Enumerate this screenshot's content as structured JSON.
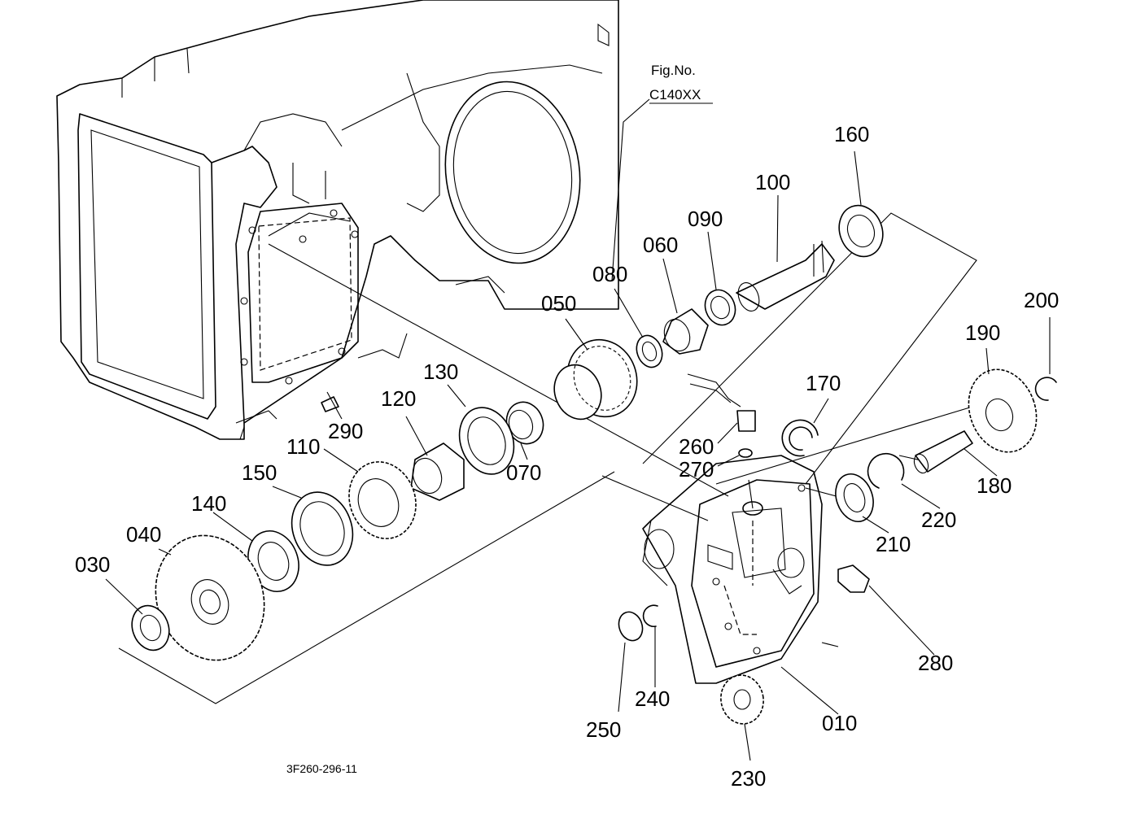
{
  "figure": {
    "fig_no_label": "Fig.No.",
    "fig_no_value": "C140XX",
    "drawing_code": "3F260-296-11"
  },
  "parts": [
    {
      "id": "p010",
      "number": "010"
    },
    {
      "id": "p030",
      "number": "030"
    },
    {
      "id": "p040",
      "number": "040"
    },
    {
      "id": "p050",
      "number": "050"
    },
    {
      "id": "p060",
      "number": "060"
    },
    {
      "id": "p070",
      "number": "070"
    },
    {
      "id": "p080",
      "number": "080"
    },
    {
      "id": "p090",
      "number": "090"
    },
    {
      "id": "p100",
      "number": "100"
    },
    {
      "id": "p110",
      "number": "110"
    },
    {
      "id": "p120",
      "number": "120"
    },
    {
      "id": "p130",
      "number": "130"
    },
    {
      "id": "p140",
      "number": "140"
    },
    {
      "id": "p150",
      "number": "150"
    },
    {
      "id": "p160",
      "number": "160"
    },
    {
      "id": "p170",
      "number": "170"
    },
    {
      "id": "p180",
      "number": "180"
    },
    {
      "id": "p190",
      "number": "190"
    },
    {
      "id": "p200",
      "number": "200"
    },
    {
      "id": "p210",
      "number": "210"
    },
    {
      "id": "p220",
      "number": "220"
    },
    {
      "id": "p230",
      "number": "230"
    },
    {
      "id": "p240",
      "number": "240"
    },
    {
      "id": "p250",
      "number": "250"
    },
    {
      "id": "p260",
      "number": "260"
    },
    {
      "id": "p270",
      "number": "270"
    },
    {
      "id": "p280",
      "number": "280"
    },
    {
      "id": "p290",
      "number": "290"
    }
  ]
}
